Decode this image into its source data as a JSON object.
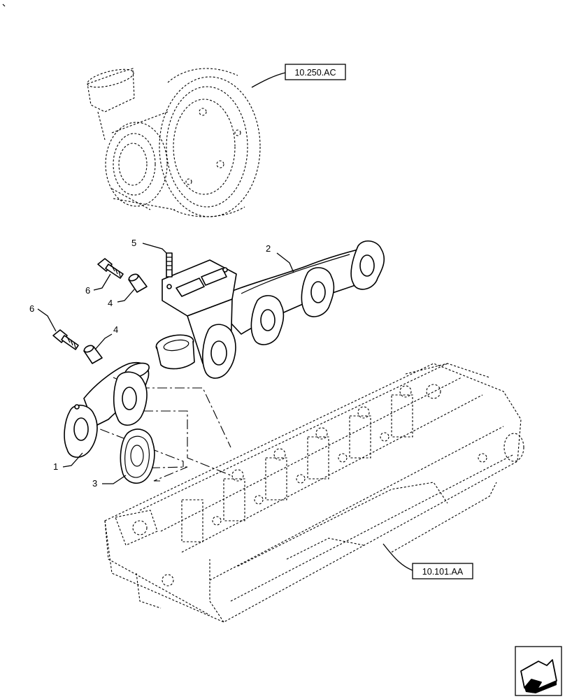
{
  "diagram": {
    "part_callouts": [
      "1",
      "2",
      "3",
      "4",
      "4",
      "5",
      "6",
      "6"
    ],
    "references": {
      "turbocharger": "10.250.AC",
      "cylinder_head": "10.101.AA"
    },
    "icons": {
      "corner": "view-direction-arrow-icon",
      "header": "tick-mark-icon"
    }
  }
}
